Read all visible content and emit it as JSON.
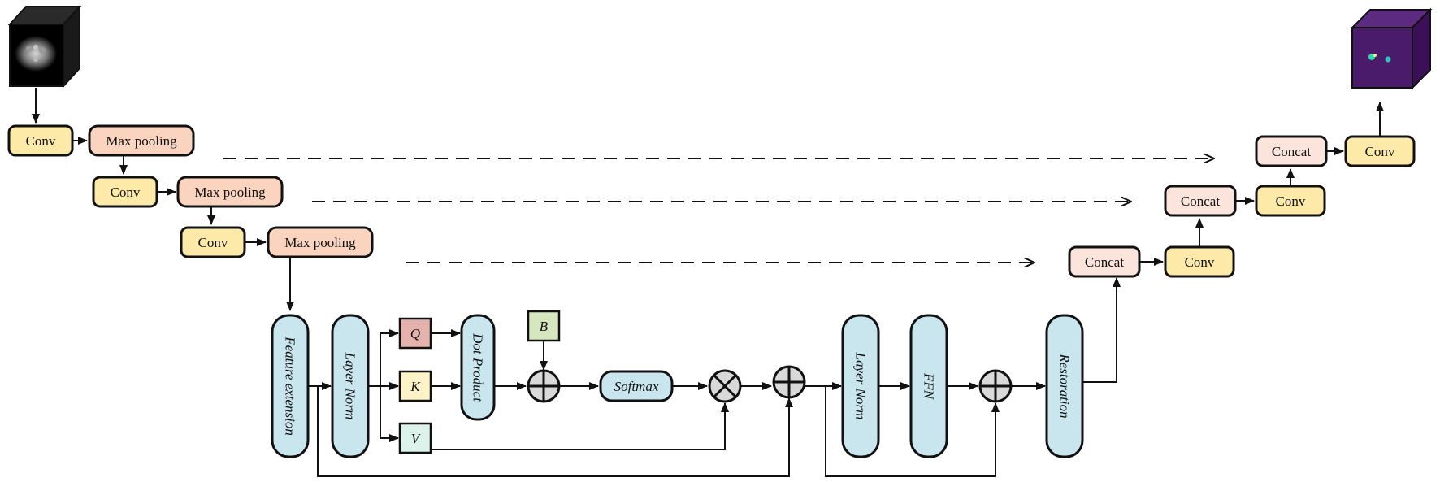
{
  "encoder": {
    "conv_label": "Conv",
    "pool_label": "Max pooling"
  },
  "transformer": {
    "feature_extension": "Feature extension",
    "layer_norm": "Layer Norm",
    "q": "Q",
    "k": "K",
    "v": "V",
    "b": "B",
    "dot_product": "Dot Product",
    "softmax": "Softmax",
    "ffn": "FFN",
    "restoration": "Restoration"
  },
  "decoder": {
    "concat_label": "Concat",
    "conv_label": "Conv"
  },
  "colors": {
    "conv": "#fde9a8",
    "pool": "#fad4bf",
    "concat": "#fbe4dc",
    "transformer_block": "#c9e6ef",
    "query": "#e6b2ad",
    "key": "#fdf3c8",
    "value": "#dcf3ec",
    "bias": "#d6e6bf",
    "operator": "#d9d9d9",
    "output_volume": "#4a1a6b"
  },
  "icons": {
    "input": "ct-scan-volume-icon",
    "output": "segmentation-volume-icon",
    "add": "circled-plus-icon",
    "multiply": "circled-times-icon"
  }
}
